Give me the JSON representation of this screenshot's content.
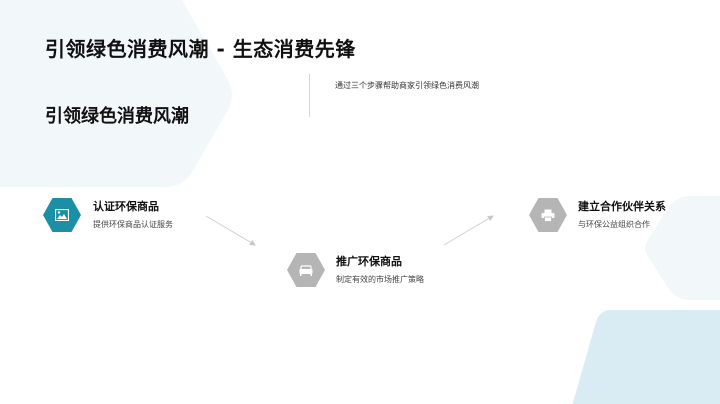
{
  "header": {
    "title": "引领绿色消费风潮 - 生态消费先锋",
    "subtitle": "引领绿色消费风潮",
    "intro": "通过三个步骤帮助商家引领绿色消费风潮"
  },
  "steps": [
    {
      "title": "认证环保商品",
      "description": "提供环保商品认证服务",
      "icon": "image-icon",
      "color": "#1b8fa6"
    },
    {
      "title": "推广环保商品",
      "description": "制定有效的市场推广策略",
      "icon": "sofa-icon",
      "color": "#b5b5b5"
    },
    {
      "title": "建立合作伙伴关系",
      "description": "与环保公益组织合作",
      "icon": "printer-icon",
      "color": "#b5b5b5"
    }
  ],
  "colors": {
    "accent": "#1b8fa6",
    "inactive": "#b5b5b5",
    "bg_hex_light": "#f2f8fa",
    "bg_hex_blue": "#d9ecf3"
  }
}
